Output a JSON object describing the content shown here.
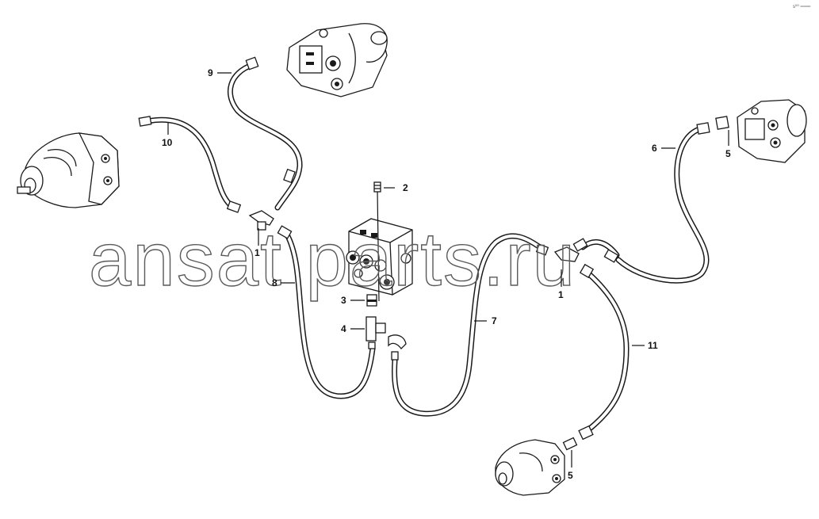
{
  "corner_code": "s⁰⁰ ═══",
  "watermark": "ansat parts.ru",
  "callouts": {
    "c1a": "1",
    "c1b": "1",
    "c2": "2",
    "c3": "3",
    "c4": "4",
    "c5a": "5",
    "c5b": "5",
    "c6": "6",
    "c7": "7",
    "c8": "8",
    "c9": "9",
    "c10": "10",
    "c11": "11"
  }
}
